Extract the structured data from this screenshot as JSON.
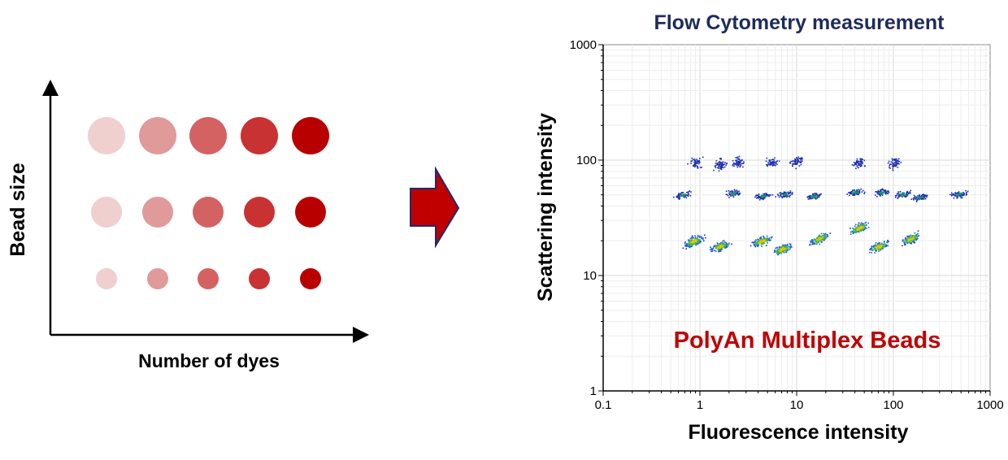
{
  "left_diagram": {
    "y_label": "Bead size",
    "x_label": "Number of dyes",
    "shade_colors": [
      "#f0cfcf",
      "#e09a9a",
      "#d46262",
      "#c83232",
      "#b90000"
    ],
    "size_levels": [
      "large",
      "medium",
      "small"
    ]
  },
  "arrow": {
    "fill": "#c00000",
    "stroke": "#1f2a6b"
  },
  "chart_data": {
    "type": "scatter",
    "title": "Flow Cytometry measurement",
    "xlabel": "Fluorescence intensity",
    "ylabel": "Scattering intensity",
    "annotation": "PolyAn Multiplex Beads",
    "x_scale": "log",
    "y_scale": "log",
    "xlim": [
      0.1,
      1000
    ],
    "ylim": [
      1,
      1000
    ],
    "x_ticks": [
      "0.1",
      "1",
      "10",
      "100",
      "1000"
    ],
    "y_ticks": [
      "1",
      "10",
      "100",
      "1000"
    ],
    "grid": true,
    "title_color": "#1f2a5c",
    "annotation_color": "#c00000",
    "clusters": [
      {
        "x": 0.85,
        "y": 20,
        "density": "high"
      },
      {
        "x": 1.6,
        "y": 18,
        "density": "high"
      },
      {
        "x": 4.3,
        "y": 20,
        "density": "high"
      },
      {
        "x": 7.0,
        "y": 17,
        "density": "high"
      },
      {
        "x": 17,
        "y": 21,
        "density": "high"
      },
      {
        "x": 44,
        "y": 26,
        "density": "high"
      },
      {
        "x": 70,
        "y": 18,
        "density": "high"
      },
      {
        "x": 150,
        "y": 21,
        "density": "high"
      },
      {
        "x": 0.65,
        "y": 50,
        "density": "medium"
      },
      {
        "x": 2.2,
        "y": 52,
        "density": "medium"
      },
      {
        "x": 4.5,
        "y": 49,
        "density": "medium"
      },
      {
        "x": 7.5,
        "y": 51,
        "density": "medium"
      },
      {
        "x": 15,
        "y": 49,
        "density": "medium"
      },
      {
        "x": 40,
        "y": 53,
        "density": "medium"
      },
      {
        "x": 75,
        "y": 53,
        "density": "medium"
      },
      {
        "x": 125,
        "y": 51,
        "density": "medium"
      },
      {
        "x": 185,
        "y": 48,
        "density": "medium"
      },
      {
        "x": 470,
        "y": 51,
        "density": "medium"
      },
      {
        "x": 0.9,
        "y": 96,
        "density": "low"
      },
      {
        "x": 1.6,
        "y": 92,
        "density": "low"
      },
      {
        "x": 2.5,
        "y": 97,
        "density": "low"
      },
      {
        "x": 5.5,
        "y": 96,
        "density": "low"
      },
      {
        "x": 10,
        "y": 98,
        "density": "low"
      },
      {
        "x": 44,
        "y": 96,
        "density": "low"
      },
      {
        "x": 100,
        "y": 94,
        "density": "low"
      }
    ]
  }
}
